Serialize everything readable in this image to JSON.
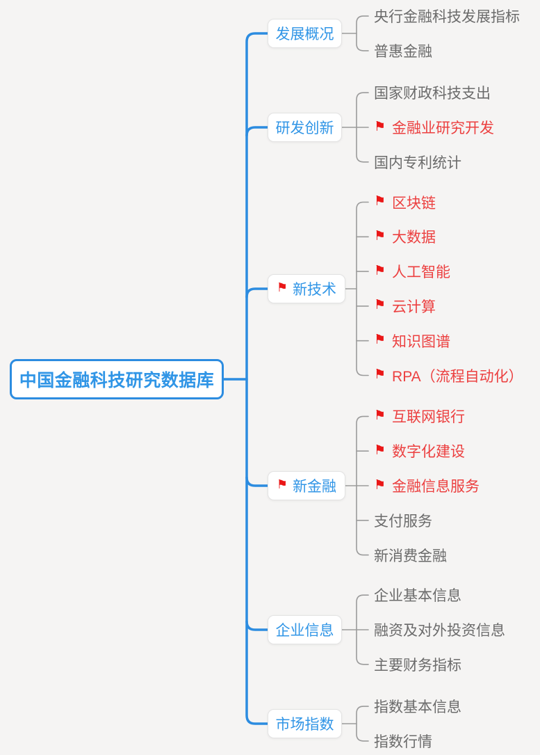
{
  "root": {
    "label": "中国金融科技研究数据库"
  },
  "branches": [
    {
      "label": "发展概况",
      "flagged": false,
      "children": [
        {
          "label": "央行金融科技发展指标",
          "flagged": false
        },
        {
          "label": "普惠金融",
          "flagged": false
        }
      ]
    },
    {
      "label": "研发创新",
      "flagged": false,
      "children": [
        {
          "label": "国家财政科技支出",
          "flagged": false
        },
        {
          "label": "金融业研究开发",
          "flagged": true
        },
        {
          "label": "国内专利统计",
          "flagged": false
        }
      ]
    },
    {
      "label": "新技术",
      "flagged": true,
      "children": [
        {
          "label": "区块链",
          "flagged": true
        },
        {
          "label": "大数据",
          "flagged": true
        },
        {
          "label": "人工智能",
          "flagged": true
        },
        {
          "label": "云计算",
          "flagged": true
        },
        {
          "label": "知识图谱",
          "flagged": true
        },
        {
          "label": "RPA（流程自动化）",
          "flagged": true
        }
      ]
    },
    {
      "label": "新金融",
      "flagged": true,
      "children": [
        {
          "label": "互联网银行",
          "flagged": true
        },
        {
          "label": "数字化建设",
          "flagged": true
        },
        {
          "label": "金融信息服务",
          "flagged": true
        },
        {
          "label": "支付服务",
          "flagged": false
        },
        {
          "label": "新消费金融",
          "flagged": false
        }
      ]
    },
    {
      "label": "企业信息",
      "flagged": false,
      "children": [
        {
          "label": "企业基本信息",
          "flagged": false
        },
        {
          "label": "融资及对外投资信息",
          "flagged": false
        },
        {
          "label": "主要财务指标",
          "flagged": false
        }
      ]
    },
    {
      "label": "市场指数",
      "flagged": false,
      "children": [
        {
          "label": "指数基本信息",
          "flagged": false
        },
        {
          "label": "指数行情",
          "flagged": false
        }
      ]
    }
  ],
  "icons": {
    "flag": "⚑"
  },
  "colors": {
    "background": "#f5f4f3",
    "line_blue": "#2c8ce0",
    "text_blue": "#3095e6",
    "line_gray": "#9b9b9b",
    "text_gray": "#6b6b6b",
    "text_red": "#ec4040",
    "flag_red": "#ea1717",
    "box_border": "#e3e3e3"
  }
}
